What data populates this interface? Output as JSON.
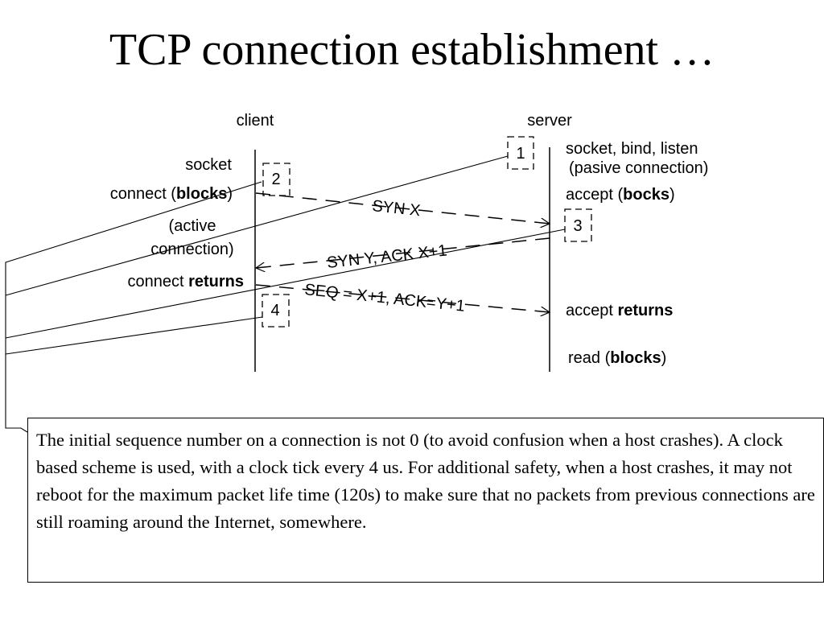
{
  "title": "TCP connection establishment …",
  "columns": {
    "client": "client",
    "server": "server"
  },
  "client_labels": {
    "socket": "socket",
    "connect_prefix": "connect (",
    "connect_bold": "blocks",
    "connect_suffix": ")",
    "active_line1": "(active",
    "active_line2": "connection)",
    "returns_prefix": "connect ",
    "returns_bold": "returns"
  },
  "server_labels": {
    "listen": "socket, bind, listen",
    "passive": "(pasive connection)",
    "accept_prefix": "accept (",
    "accept_bold": "bocks",
    "accept_suffix": ")",
    "accept_returns_prefix": "accept ",
    "accept_returns_bold": "returns",
    "read_prefix": "read (",
    "read_bold": "blocks",
    "read_suffix": ")"
  },
  "messages": {
    "syn": "SYN X",
    "syn_ack": "SYN Y, ACK X+1",
    "ack": "SEQ = X+1, ACK=Y+1"
  },
  "steps": [
    "1",
    "2",
    "3",
    "4"
  ],
  "note": "The initial sequence number on a connection is not 0 (to avoid confusion when a host crashes). A clock based scheme is used, with a clock tick every 4 us. For additional safety, when a host crashes, it may not reboot for the maximum packet life time (120s) to make sure that no packets from previous connections are still roaming around the Internet, somewhere."
}
